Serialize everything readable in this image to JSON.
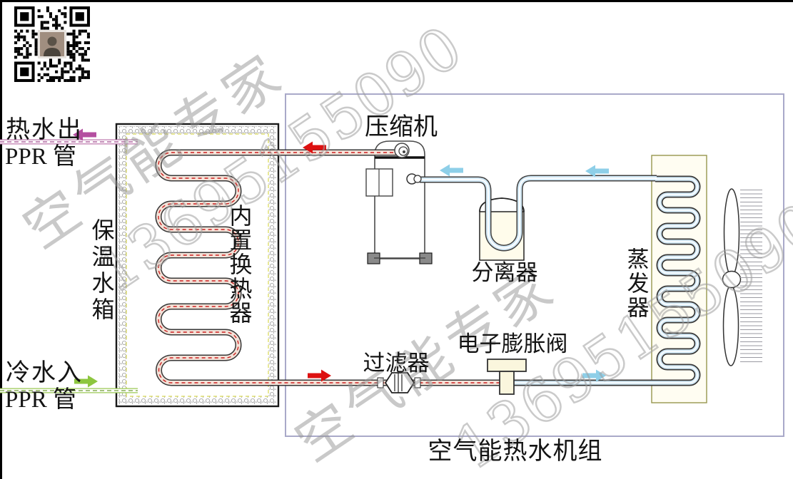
{
  "labels": {
    "hot_water_out": "热水出",
    "hot_water_pipe": "PPR 管",
    "cold_water_in": "冷水入",
    "cold_water_pipe": "PPR 管",
    "tank": "保温水箱",
    "inner_coil": "内置换热器",
    "compressor": "压缩机",
    "separator": "分离器",
    "evaporator": "蒸发器",
    "expansion_valve": "电子膨胀阀",
    "filter": "过滤器",
    "unit_title": "空气能热水机组"
  },
  "watermarks": {
    "brand_text": "空气能专家",
    "phone_text": "13695155090"
  },
  "colors": {
    "hot_water_arrow": "#b44fa0",
    "cold_water_arrow": "#8dc63f",
    "refrigerant_hot_arrow": "#dd1111",
    "refrigerant_cold_arrow": "#8ecfe8",
    "unit_box_border": "#a9a9c9"
  },
  "qr_code": {
    "name": "wechat-qr-code",
    "center_photo": "portrait-thumbnail"
  }
}
